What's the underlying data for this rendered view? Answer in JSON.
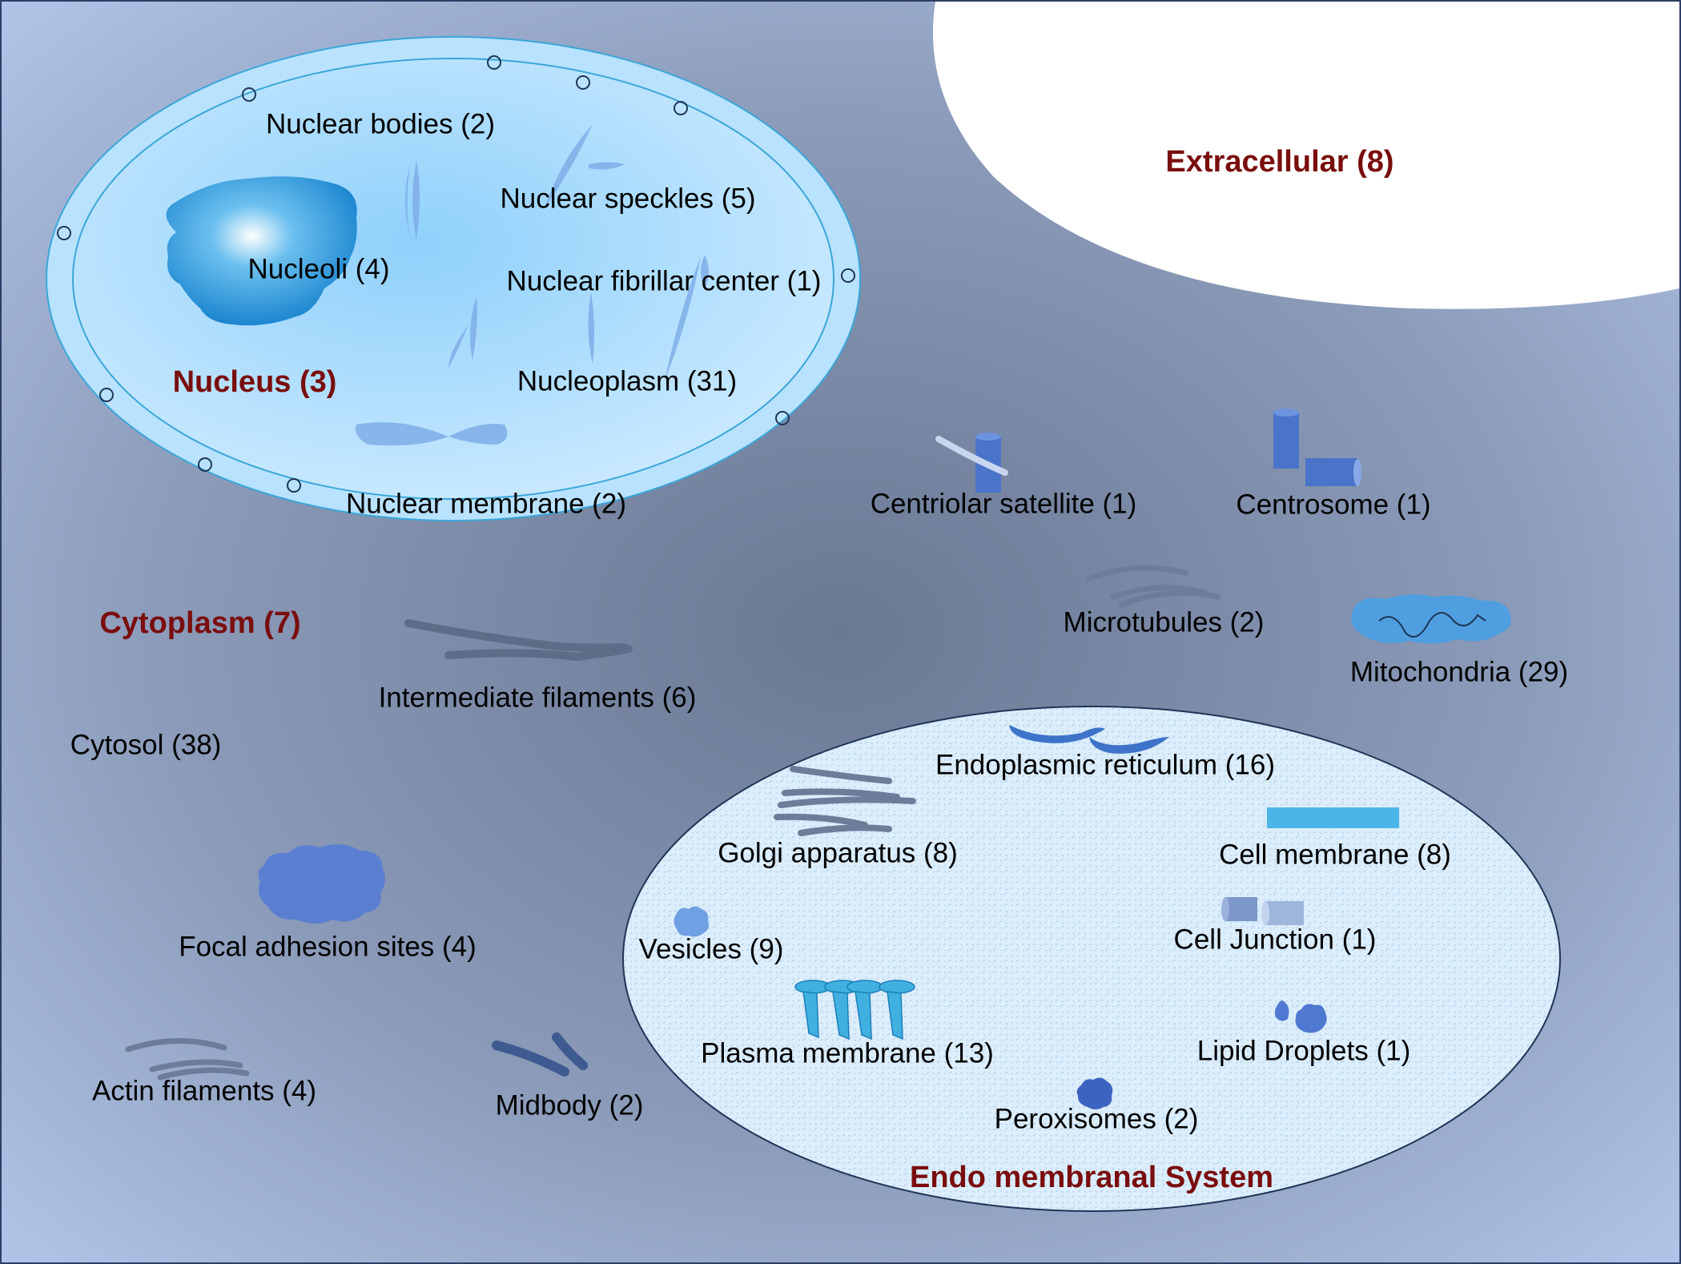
{
  "colors": {
    "bg_dark": "#6a7893",
    "bg_light": "#b3c6ea",
    "header_red": "#7a0d0d",
    "nucleus_fill": "#b9e2ff",
    "nucleus_rim": "#3aa6d8",
    "organelle_blue": "#5b7fd0",
    "endo_fill": "#dbeefc",
    "extracellular_fill": "#ffffff"
  },
  "compartments": {
    "extracellular": "Extracellular (8)",
    "nucleus": "Nucleus (3)",
    "cytoplasm": "Cytoplasm (7)",
    "endomembrane": "Endo membranal System"
  },
  "labels": {
    "nuclear_bodies": "Nuclear bodies (2)",
    "nuclear_speckles": "Nuclear speckles (5)",
    "nucleoli": "Nucleoli (4)",
    "nuclear_fibrillar_center": "Nuclear fibrillar center (1)",
    "nucleoplasm": "Nucleoplasm (31)",
    "nuclear_membrane": "Nuclear membrane (2)",
    "centriolar_satellite": "Centriolar satellite (1)",
    "centrosome": "Centrosome (1)",
    "microtubules": "Microtubules (2)",
    "mitochondria": "Mitochondria (29)",
    "intermediate_filaments": "Intermediate filaments (6)",
    "cytosol": "Cytosol (38)",
    "focal_adhesion_sites": "Focal adhesion sites (4)",
    "actin_filaments": "Actin filaments (4)",
    "midbody": "Midbody (2)",
    "endoplasmic_reticulum": "Endoplasmic reticulum (16)",
    "golgi_apparatus": "Golgi apparatus (8)",
    "cell_membrane": "Cell membrane (8)",
    "vesicles": "Vesicles (9)",
    "cell_junction": "Cell Junction (1)",
    "plasma_membrane": "Plasma membrane (13)",
    "lipid_droplets": "Lipid Droplets (1)",
    "peroxisomes": "Peroxisomes (2)"
  },
  "icons": [
    "nucleolus-icon",
    "chromosome-icon",
    "nuclear-pore-icon",
    "centriole-icon",
    "centrosome-icon",
    "microtubule-icon",
    "mitochondrion-icon",
    "filament-icon",
    "focal-adhesion-icon",
    "actin-icon",
    "midbody-icon",
    "er-icon",
    "golgi-icon",
    "cell-membrane-icon",
    "vesicle-icon",
    "cell-junction-icon",
    "plasma-membrane-protein-icon",
    "lipid-droplet-icon",
    "peroxisome-icon"
  ]
}
